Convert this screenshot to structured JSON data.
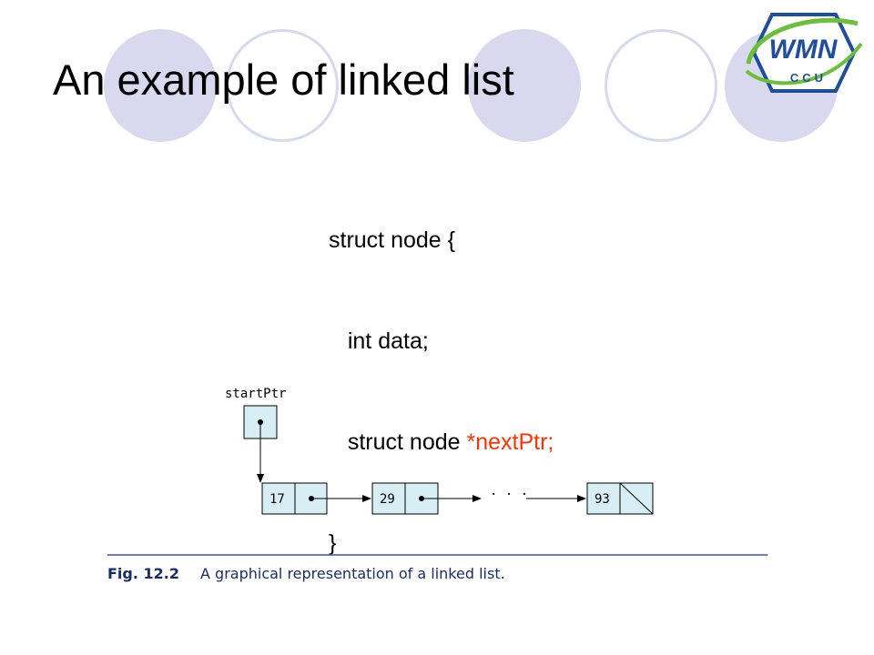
{
  "slide": {
    "title": "An example of linked list",
    "logo": {
      "text": "WMN",
      "subtext": "CCU"
    }
  },
  "code": {
    "line1": "struct node {",
    "line2": "int data;",
    "line3_prefix": "struct node ",
    "line3_ptr": "*nextPtr;",
    "line4": "}"
  },
  "diagram": {
    "start_label": "startPtr",
    "nodes": [
      "17",
      "29",
      "93"
    ],
    "ellipsis": "· · ·",
    "caption_fig": "Fig. 12.2",
    "caption_text": "A graphical representation of a linked list."
  },
  "colors": {
    "circle_fill": "#d8d8ef",
    "pointer_highlight": "#ff3300",
    "caption_line": "#3b55b0",
    "logo_blue": "#1f4e9c",
    "logo_green": "#6cbf3a"
  }
}
